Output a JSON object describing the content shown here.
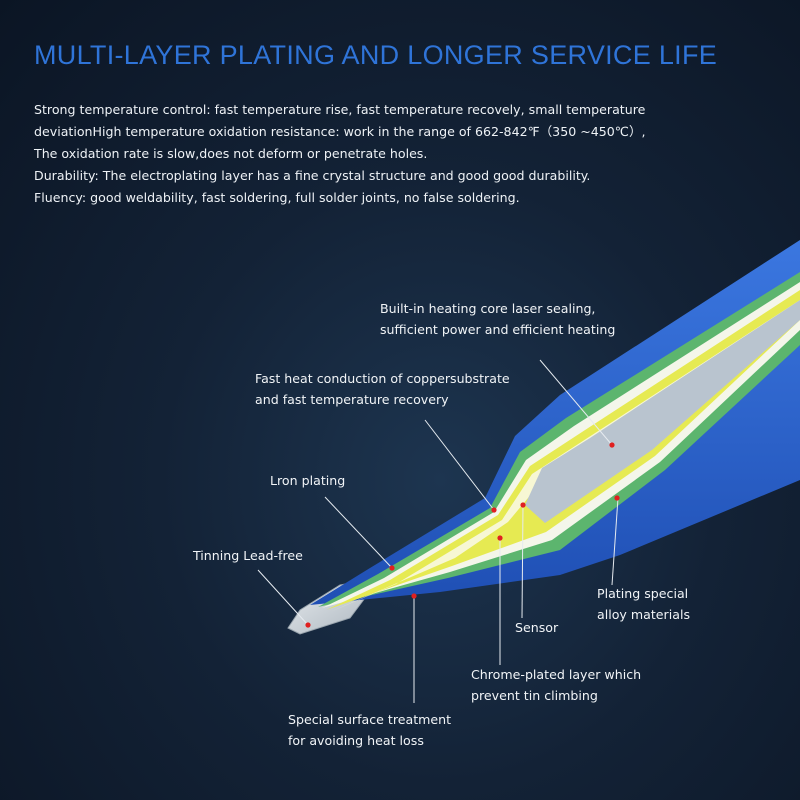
{
  "title": "MULTI-LAYER PLATING AND LONGER SERVICE LIFE",
  "description": [
    "Strong temperature control: fast temperature rise, fast temperature recovely, small temperature",
    "deviationHigh temperature oxidation resistance: work in the range of 662-842℉（350 ~450℃）,",
    "The oxidation rate is slow,does not deform or penetrate holes.",
    "Durability: The electroplating layer has a fine crystal structure and good good durability.",
    "Fluency: good weldability, fast soldering, full solder joints, no false soldering."
  ],
  "callouts": {
    "heating_core": [
      "Built-in heating core laser sealing,",
      "sufficient power and efficient heating"
    ],
    "copper": [
      "Fast heat conduction of coppersubstrate",
      "and fast temperature recovery"
    ],
    "iron": [
      "Lron plating"
    ],
    "tinning": [
      "Tinning Lead-free"
    ],
    "alloy": [
      "Plating special",
      "alloy materials"
    ],
    "sensor": [
      "Sensor"
    ],
    "chrome": [
      "Chrome-plated layer which",
      "prevent tin climbing"
    ],
    "surface": [
      "Special surface treatment",
      "for avoiding heat loss"
    ]
  },
  "colors": {
    "title": "#2f74d8",
    "outer_shell": "#2a5ec8",
    "green_layer": "#5cb56e",
    "yellow_layer": "#e6ea52",
    "core": "#b9c4cf",
    "marker": "#e02020"
  }
}
